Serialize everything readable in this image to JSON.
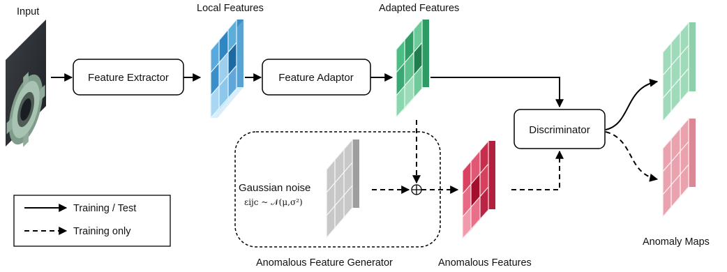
{
  "labels": {
    "input": "Input",
    "local_features": "Local Features",
    "adapted_features": "Adapted Features",
    "anomalous_features": "Anomalous Features",
    "anomaly_maps": "Anomaly Maps",
    "anomalous_feature_generator": "Anomalous Feature Generator"
  },
  "boxes": {
    "feature_extractor": "Feature Extractor",
    "feature_adaptor": "Feature Adaptor",
    "discriminator": "Discriminator"
  },
  "noise": {
    "title": "Gaussian noise",
    "formula": "εijc ~ 𝒩(μ,σ²)"
  },
  "legend": {
    "solid": "Training / Test",
    "dashed": "Training only"
  },
  "colors": {
    "blue": "#6fb3e0",
    "green": "#5bbf8c",
    "red": "#d94d6a",
    "gray": "#bdbdbd",
    "pink": "#e79aa6",
    "mint": "#8fd4b0"
  }
}
